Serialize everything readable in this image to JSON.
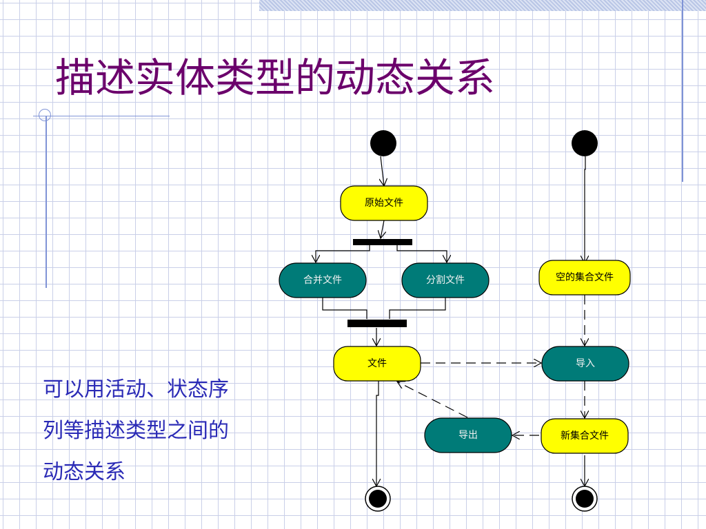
{
  "slide": {
    "title": "描述实体类型的动态关系",
    "side_text": "可以用活动、状态序列等描述类型之间的动态关系"
  },
  "diagram": {
    "nodes": {
      "original_file": "原始文件",
      "merge_file": "合并文件",
      "split_file": "分割文件",
      "file": "文件",
      "empty_collection_file": "空的集合文件",
      "import": "导入",
      "new_collection_file": "新集合文件",
      "export": "导出"
    },
    "colors": {
      "title": "#6b006b",
      "side_text": "#2b2bb6",
      "object_fill": "#ffff00",
      "activity_fill": "#007b78",
      "grid": "#c9cfe8",
      "accent_rule": "#7f93d6"
    }
  }
}
